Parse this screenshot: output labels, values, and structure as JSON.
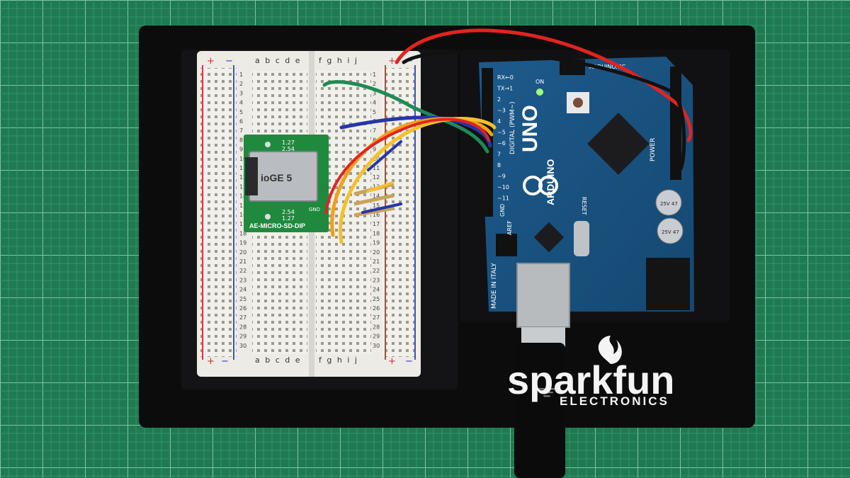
{
  "breadboard": {
    "top_letters": "a b c d e",
    "top_letters_right": "f g h i j",
    "bottom_letters": "a b c d e",
    "bottom_letters_right": "f g h i j",
    "rows": [
      "1",
      "2",
      "3",
      "4",
      "5",
      "6",
      "7",
      "8",
      "9",
      "10",
      "11",
      "12",
      "13",
      "14",
      "15",
      "16",
      "17",
      "18",
      "19",
      "20",
      "21",
      "22",
      "23",
      "24",
      "25",
      "26",
      "27",
      "28",
      "29",
      "30"
    ]
  },
  "sd_module": {
    "label": "AE-MICRO-SD-DIP",
    "pitch_top_1": "1.27",
    "pitch_top_2": "2.54",
    "pitch_bot_1": "2.54",
    "pitch_bot_2": "1.27",
    "gnd": "GND"
  },
  "arduino": {
    "model": "UNO",
    "brand": "ARDUINO",
    "site": "ARDUINO.CC",
    "digital": "DIGITAL (PWM~)",
    "made_in": "MADE IN ITALY",
    "power": "POWER",
    "reset": "RESET",
    "on": "ON",
    "aref": "AREF",
    "gnd": "GND",
    "pins": [
      "~11",
      "~10",
      "~9",
      "8",
      "7",
      "~6",
      "~5",
      "4",
      "~3",
      "2",
      "TX→1",
      "RX←0"
    ],
    "cap1": "25V 47",
    "cap2": "25V 47"
  },
  "base": {
    "brand_top": "sparkfun",
    "brand_sub": "ELECTRONICS"
  }
}
